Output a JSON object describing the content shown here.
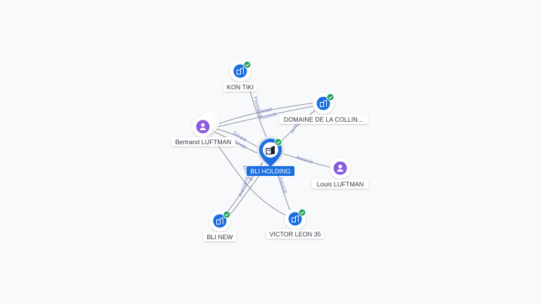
{
  "colors": {
    "company": "#1a6fe0",
    "person": "#8b5ae0",
    "check": "#1e9e57",
    "edge": "#6c7480",
    "edge_label": "#7b85c6",
    "label_bg": "#ffffff",
    "center_label_bg": "#1a6fe0"
  },
  "center": {
    "label": "BLI HOLDING",
    "icon": "building-icon"
  },
  "nodes": [
    {
      "id": "kon-tiki",
      "label": "KON TIKI",
      "kind": "company",
      "verified": true
    },
    {
      "id": "domaine",
      "label": "DOMAINE DE LA COLLIN...",
      "kind": "company",
      "verified": true
    },
    {
      "id": "bertrand",
      "label": "Bertrand LUFTMAN",
      "kind": "person",
      "verified": false,
      "stacked": true
    },
    {
      "id": "louis",
      "label": "Louis LUFTMAN",
      "kind": "person",
      "verified": false
    },
    {
      "id": "bli-new",
      "label": "BLI NEW",
      "kind": "company",
      "verified": true
    },
    {
      "id": "victor",
      "label": "VICTOR LEON 35",
      "kind": "company",
      "verified": true
    }
  ],
  "edges": [
    {
      "id": "e-kontiki",
      "label": "Président"
    },
    {
      "id": "e-bert-center",
      "label": "Gérant"
    },
    {
      "id": "e-bert-center-2",
      "label": "Associé"
    },
    {
      "id": "e-bert-domaine",
      "label": "Gérant"
    },
    {
      "id": "e-bert-domaine-2",
      "label": "Associé"
    },
    {
      "id": "e-domaine",
      "label": "Associé"
    },
    {
      "id": "e-louis",
      "label": "Associé"
    },
    {
      "id": "e-blinew",
      "label": "Président"
    },
    {
      "id": "e-blinew-2",
      "label": "Associé"
    },
    {
      "id": "e-victor",
      "label": "Associé"
    },
    {
      "id": "e-bert-victor",
      "label": ""
    }
  ]
}
